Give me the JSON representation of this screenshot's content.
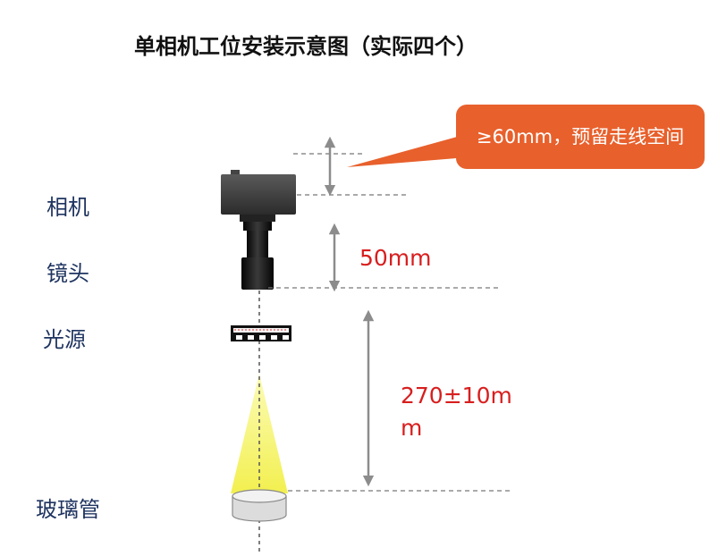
{
  "title": "单相机工位安装示意图（实际四个）",
  "labels": {
    "camera": "相机",
    "lens": "镜头",
    "light": "光源",
    "tube": "玻璃管"
  },
  "callout": {
    "text": "≥60mm，预留走线空间"
  },
  "dimensions": {
    "lens_distance": "50mm",
    "work_distance_line1": "270±10m",
    "work_distance_line2": "m"
  },
  "colors": {
    "callout": "#e8602c",
    "dimension_text": "#d81e1e",
    "label_text": "#1f3460",
    "arrow": "#8c8c8c",
    "light_cone": "#f3f05a"
  }
}
